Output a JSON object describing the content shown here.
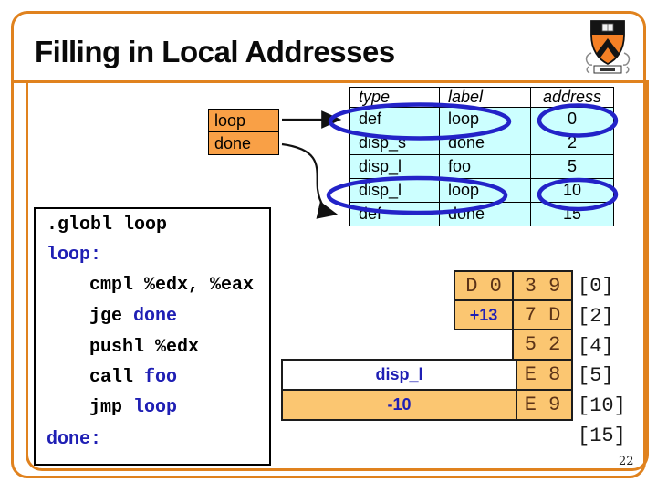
{
  "slide": {
    "title": "Filling in Local Addresses",
    "page_number": "22",
    "logo": "princeton-shield-logo"
  },
  "colors": {
    "frame_orange": "#E0821E",
    "symbol_box_fill": "#F9A046",
    "memory_cell_fill": "#FBC671",
    "table_row_cyan": "#CCFFFF",
    "code_label_navy": "#1F1FB4",
    "oval_blue": "#2323C8"
  },
  "reloc_table": {
    "headers": [
      "type",
      "label",
      "address"
    ],
    "rows": [
      {
        "type": "def",
        "label": "loop",
        "address": "0",
        "circled": true
      },
      {
        "type": "disp_s",
        "label": "done",
        "address": "2",
        "circled": false
      },
      {
        "type": "disp_l",
        "label": "foo",
        "address": "5",
        "circled": false
      },
      {
        "type": "disp_l",
        "label": "loop",
        "address": "10",
        "circled": true
      },
      {
        "type": "def",
        "label": "done",
        "address": "15",
        "circled": false
      }
    ]
  },
  "symbol_box": {
    "items": [
      "loop",
      "done"
    ]
  },
  "code": {
    "lines": [
      {
        "pre": ".globl loop",
        "label": ""
      },
      {
        "pre": "",
        "label": "loop:"
      },
      {
        "pre": "cmpl %edx, %eax",
        "label": ""
      },
      {
        "pre": "jge ",
        "label": "done"
      },
      {
        "pre": "pushl %edx",
        "label": ""
      },
      {
        "pre": "call ",
        "label": "foo"
      },
      {
        "pre": "jmp ",
        "label": "loop"
      },
      {
        "pre": "",
        "label": "done:"
      }
    ]
  },
  "memory": {
    "patch_col": [
      {
        "value": "D 0",
        "highlight": false
      },
      {
        "value": "+13",
        "highlight": true
      }
    ],
    "byte_col": [
      "3 9",
      "7 D",
      "5 2",
      "E 8",
      "E 9"
    ],
    "wide_boxes": [
      {
        "text": "disp_l",
        "bg": "white"
      },
      {
        "text": "-10",
        "bg": "orange"
      }
    ],
    "address_labels": [
      "[0]",
      "[2]",
      "[4]",
      "[5]",
      "[10]",
      "[15]"
    ]
  }
}
